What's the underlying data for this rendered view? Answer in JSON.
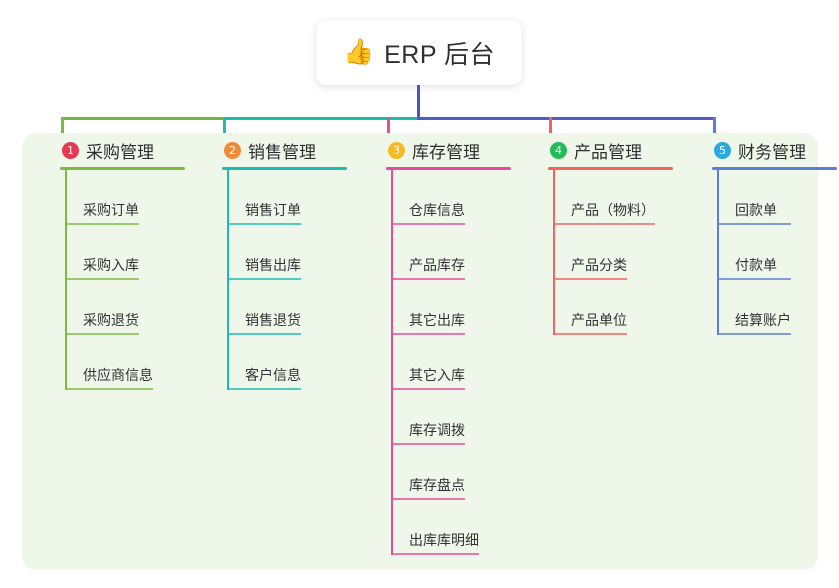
{
  "root": {
    "icon": "thumbs-up-icon",
    "icon_glyph": "👍",
    "title": "ERP 后台"
  },
  "panel": {
    "background_color": "#eff7eb"
  },
  "connector": {
    "trunk_color": "#4a55c4",
    "rail_segments": [
      {
        "color": "#76b43f"
      },
      {
        "color": "#18bfa8"
      },
      {
        "color": "#5259c9"
      }
    ]
  },
  "columns": [
    {
      "number": "1",
      "badge_color": "#e8374f",
      "line_color": "#7cbb42",
      "title": "采购管理",
      "items": [
        "采购订单",
        "采购入库",
        "采购退货",
        "供应商信息"
      ]
    },
    {
      "number": "2",
      "badge_color": "#f08a35",
      "line_color": "#1cbcae",
      "title": "销售管理",
      "items": [
        "销售订单",
        "销售出库",
        "销售退货",
        "客户信息"
      ]
    },
    {
      "number": "3",
      "badge_color": "#f7b924",
      "line_color": "#e74b9a",
      "title": "库存管理",
      "items": [
        "仓库信息",
        "产品库存",
        "其它出库",
        "其它入库",
        "库存调拨",
        "库存盘点",
        "出库库明细"
      ]
    },
    {
      "number": "4",
      "badge_color": "#22bb55",
      "line_color": "#f2635f",
      "title": "产品管理",
      "items": [
        "产品（物料）",
        "产品分类",
        "产品单位"
      ]
    },
    {
      "number": "5",
      "badge_color": "#27aae1",
      "line_color": "#5b7fd4",
      "title": "财务管理",
      "items": [
        "回款单",
        "付款单",
        "结算账户"
      ]
    }
  ]
}
